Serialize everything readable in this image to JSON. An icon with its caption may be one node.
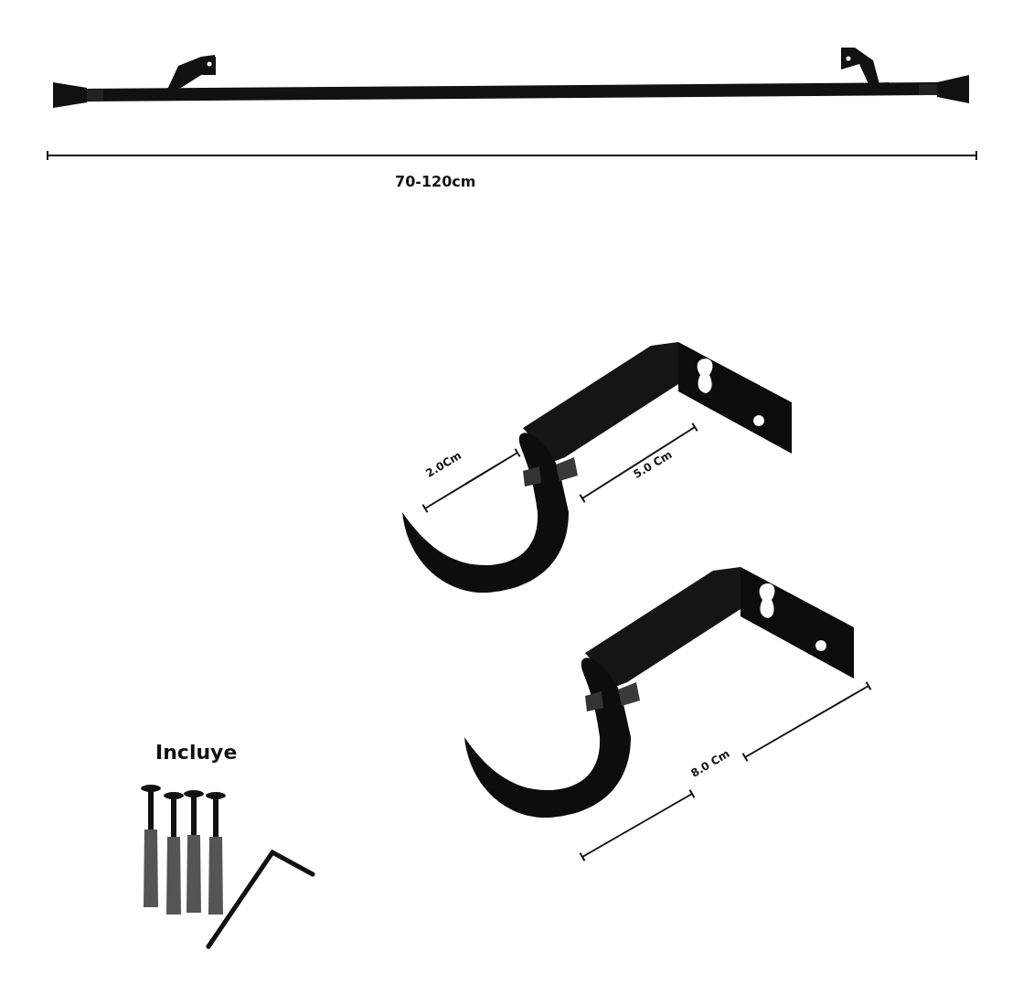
{
  "diagram": {
    "labels": [
      "70-120cm",
      "2.0Cm",
      "5.0 Cm",
      "8.0 Cm",
      "Incluye"
    ]
  }
}
